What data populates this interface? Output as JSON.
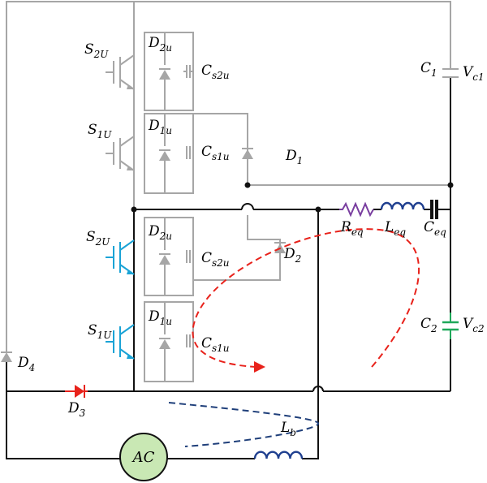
{
  "title": "",
  "components": {
    "s2u_top": {
      "main": "S",
      "sub": "2U"
    },
    "d2u_top": {
      "main": "D",
      "sub": "2u"
    },
    "cs2u_top": {
      "main": "C",
      "sub": "s2u"
    },
    "s1u_top": {
      "main": "S",
      "sub": "1U"
    },
    "d1u_top": {
      "main": "D",
      "sub": "1u"
    },
    "cs1u_top": {
      "main": "C",
      "sub": "s1u"
    },
    "d1": {
      "main": "D",
      "sub": "1"
    },
    "c1": {
      "main": "C",
      "sub": "1"
    },
    "vc1": {
      "main": "V",
      "sub": "c1"
    },
    "req": {
      "main": "R",
      "sub": "eq"
    },
    "leq": {
      "main": "L",
      "sub": "eq"
    },
    "ceq": {
      "main": "C",
      "sub": "eq"
    },
    "s2u_bot": {
      "main": "S",
      "sub": "2U"
    },
    "d2u_bot": {
      "main": "D",
      "sub": "2u"
    },
    "cs2u_bot": {
      "main": "C",
      "sub": "s2u"
    },
    "d2": {
      "main": "D",
      "sub": "2"
    },
    "c2": {
      "main": "C",
      "sub": "2"
    },
    "vc2": {
      "main": "V",
      "sub": "c2"
    },
    "s1u_bot": {
      "main": "S",
      "sub": "1U"
    },
    "d1u_bot": {
      "main": "D",
      "sub": "1u"
    },
    "cs1u_bot": {
      "main": "C",
      "sub": "s1u"
    },
    "d4": {
      "main": "D",
      "sub": "4"
    },
    "d3": {
      "main": "D",
      "sub": "3"
    },
    "lb": {
      "main": "L",
      "sub": "b"
    },
    "ac": {
      "main": "AC"
    }
  },
  "colors": {
    "inactive": "#a6a6a6",
    "wire": "#111111",
    "active_switch": "#1aa3d6",
    "resistor": "#7a3fa0",
    "inductor": "#1f3f8f",
    "capacitor_c2": "#1fa85a",
    "current_path": "#e8221b",
    "lb_path": "#1f3f7a",
    "ac_fill": "#c9e8b4"
  }
}
